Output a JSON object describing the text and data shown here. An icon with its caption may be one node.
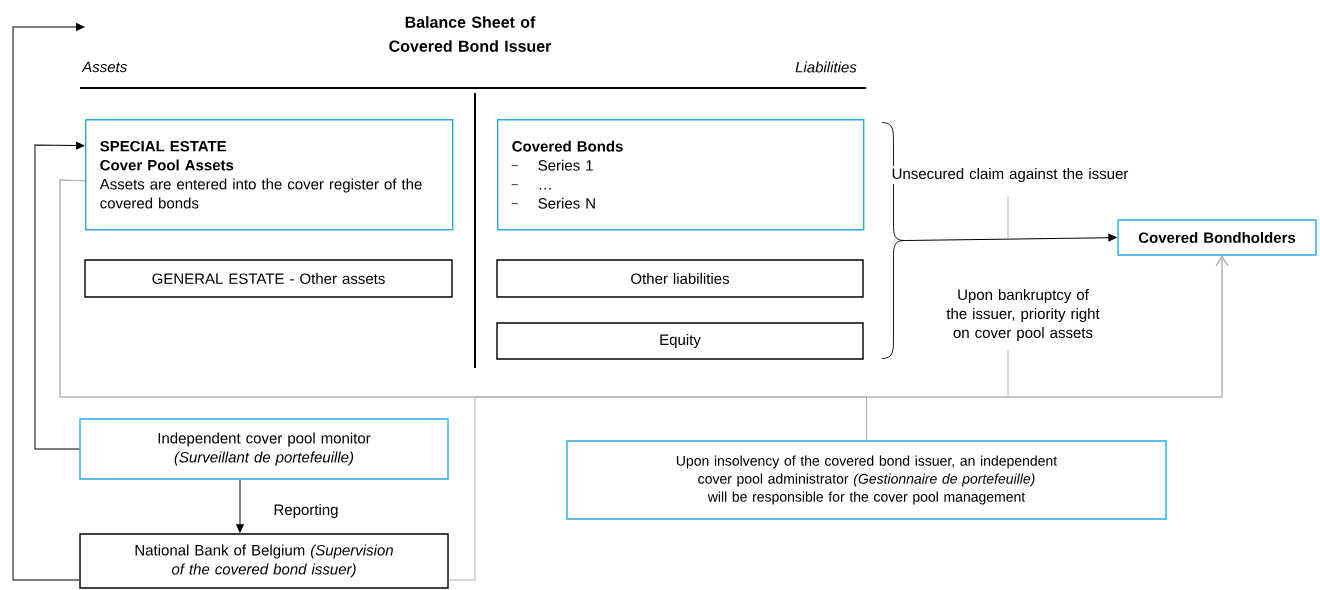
{
  "diagram": {
    "title": "Balance Sheet of Covered Bond Issuer",
    "nodes": [
      {
        "text": [
          "SPECIAL ESTATE",
          "Cover Pool Assets",
          "Assets are entered into the cover register of the covered bonds"
        ]
      },
      {
        "text": [
          "GENERAL ESTATE - Other assets"
        ]
      },
      {
        "text": [
          "Covered Bonds",
          "Series 1",
          "…",
          "Series N"
        ]
      },
      {
        "text": [
          "Other liabilities"
        ]
      },
      {
        "text": [
          "Equity"
        ]
      },
      {
        "text": [
          "Covered Bondholders"
        ]
      },
      {
        "text": [
          "Independent cover pool monitor *(Surveillant de portefeuille)*"
        ]
      },
      {
        "text": [
          "National Bank of Belgium *(Supervision of the covered bond issuer)*"
        ]
      },
      {
        "text": [
          "Upon insolvency of the covered bond issuer, an independent cover pool administrator *(Gestionnaire de portefeuille)* will be responsible for the cover pool management"
        ]
      },
      {
        "text": [],
        "shape": "brace"
      }
    ],
    "edges": [
      {
        "from": 9,
        "to": 5,
        "arrow": "to",
        "label": "Unsecured claim against the issuer"
      },
      {
        "from": 0,
        "to": 5,
        "arrow": "to",
        "color": "#b3b3b3",
        "label": "Upon bankruptcy of the issuer, priority right on cover pool assets"
      },
      {
        "from": 0,
        "to": 8,
        "arrow": "none",
        "color": "#b3b3b3"
      },
      {
        "from": 7,
        "to": 5,
        "arrow": "to",
        "color": "#b3b3b3"
      },
      {
        "from": 6,
        "to": 0,
        "arrow": "to"
      },
      {
        "from": 7,
        "to": null,
        "arrow": "to"
      },
      {
        "from": 6,
        "to": 7,
        "arrow": "to",
        "label": "Reporting"
      }
    ],
    "labels": [
      "Assets",
      "Liabilities"
    ]
  }
}
